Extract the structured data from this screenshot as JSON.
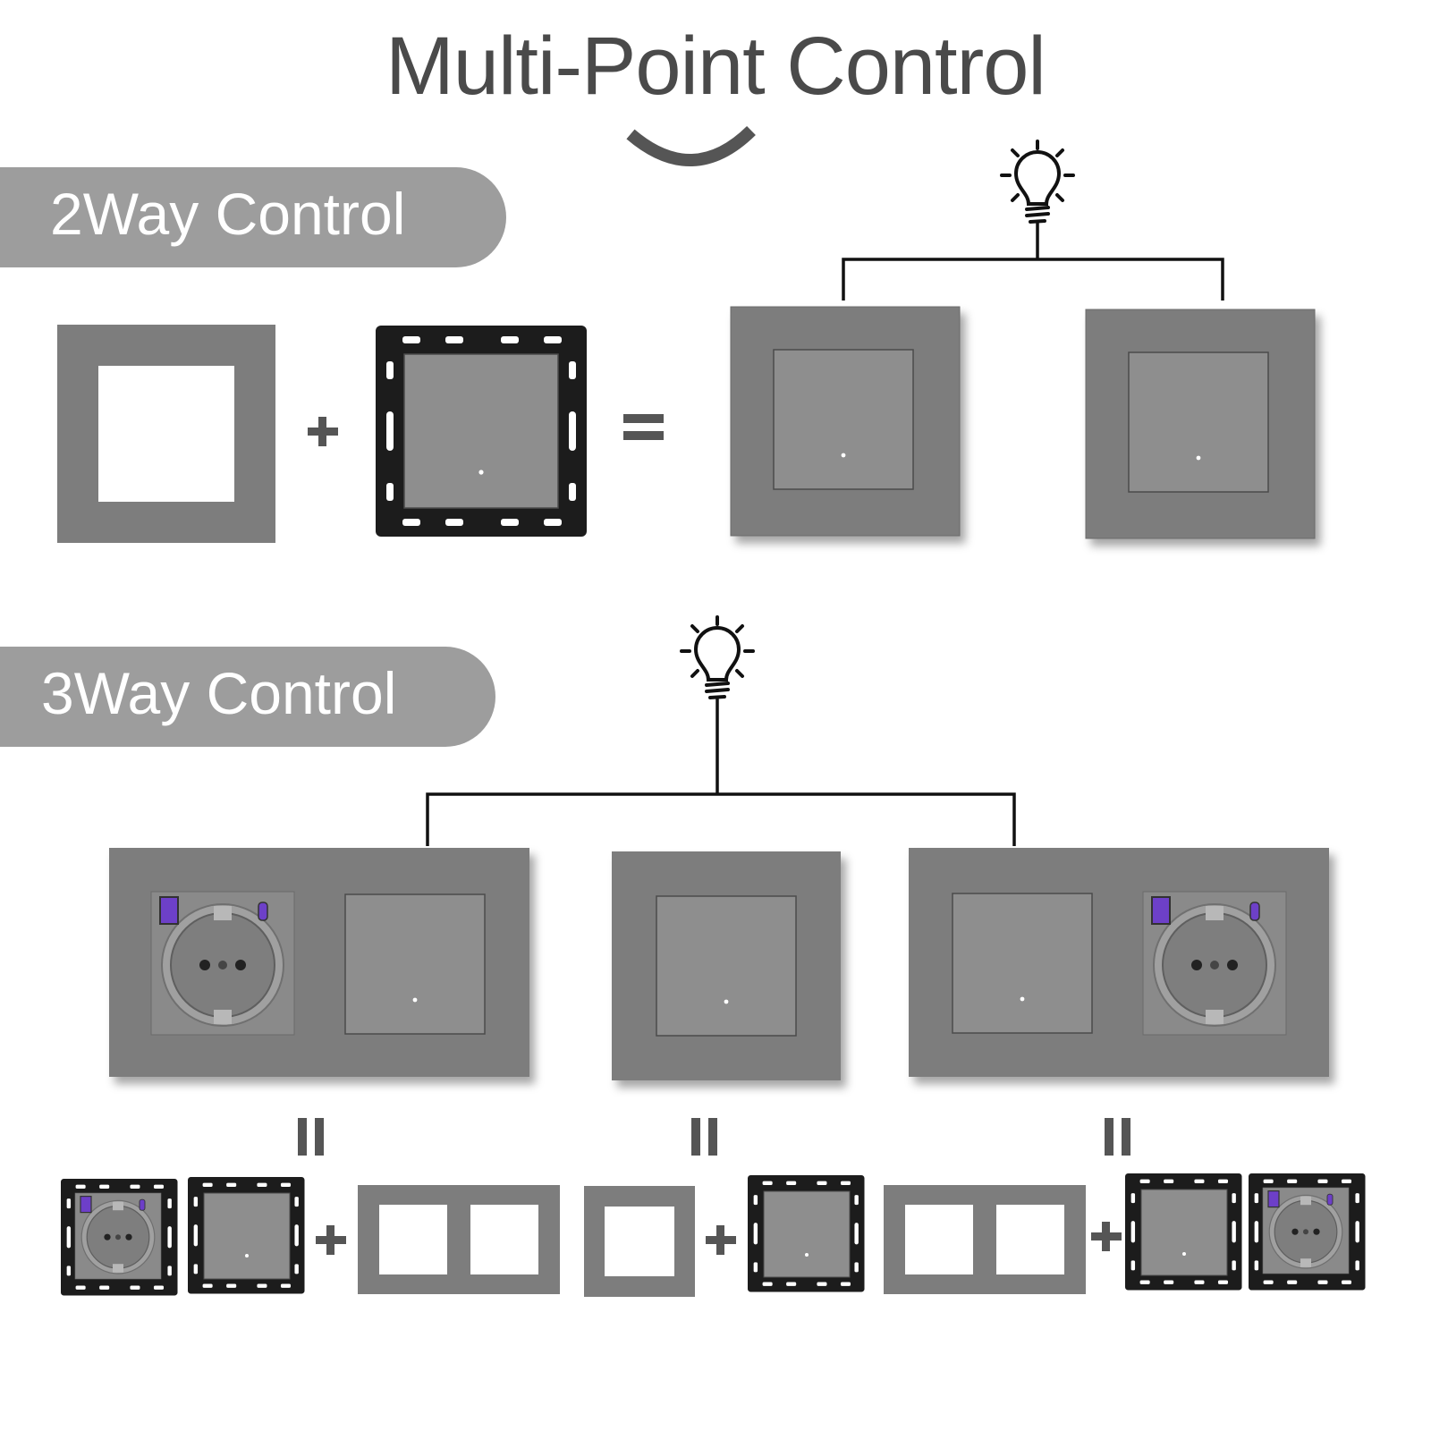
{
  "title": "Multi-Point Control",
  "sections": [
    {
      "label": "2Way Control"
    },
    {
      "label": "3Way Control"
    }
  ],
  "operators": {
    "plus": "+",
    "equals": "="
  },
  "icons": [
    "smile-arc-icon",
    "light-bulb-icon",
    "usb-a-port-icon",
    "usb-c-port-icon"
  ],
  "colors": {
    "panel": "#7d7d7d",
    "key": "#8e8e8e",
    "pill": "#9d9d9d",
    "title": "#4a4a4a",
    "usb": "#6d3fc8",
    "bracket": "#1c1c1c"
  }
}
